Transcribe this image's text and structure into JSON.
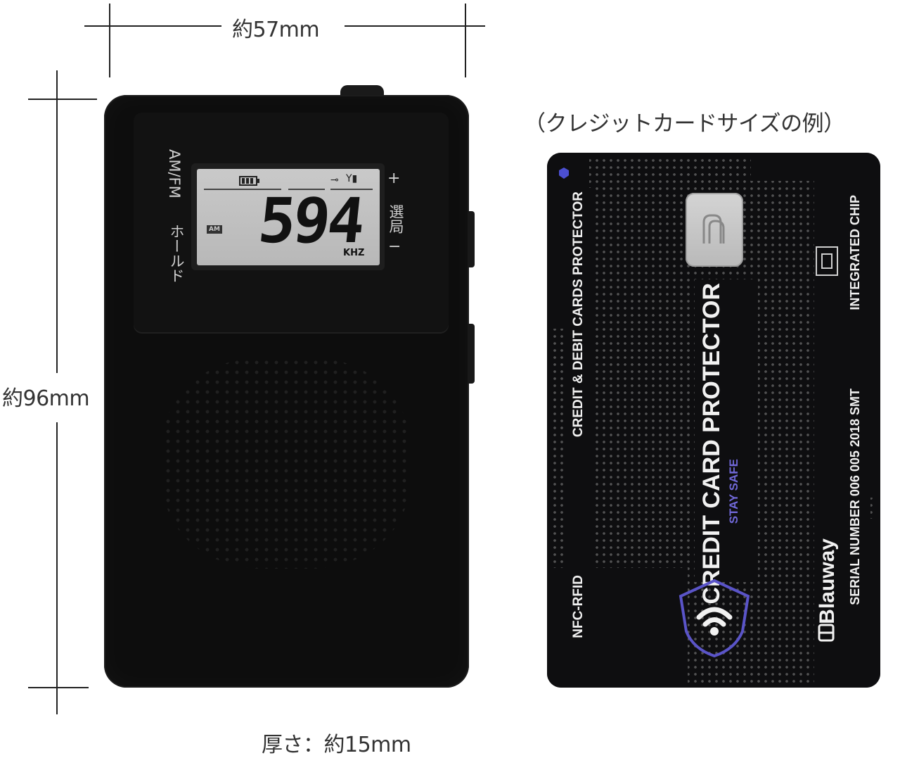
{
  "dimensions": {
    "width_label": "約57mm",
    "height_label": "約96mm",
    "thickness_label": "厚さ：約15mm"
  },
  "card_caption": "（クレジットカードサイズの例）",
  "radio": {
    "frequency": "594",
    "unit": "KHZ",
    "band_indicator": "AM",
    "label_band": "AM/FM",
    "label_hold": "ホールド",
    "label_tune": "選局",
    "plus": "+",
    "minus": "−",
    "icons": [
      "battery-icon",
      "key-icon",
      "antenna-icon"
    ]
  },
  "card": {
    "side_text": "CREDIT & DEBIT CARDS PROTECTOR",
    "main_title": "CREDIT CARD PROTECTOR",
    "tagline": "STAY SAFE",
    "brand": "Blauway",
    "serial": "SERIAL NUMBER 006 005 2018 SMT",
    "chip_label": "INTEGRATED CHIP",
    "rfid_label": "NFC-RFID",
    "accent_color": "#6a63d6",
    "icons": [
      "chip-icon",
      "integrated-chip-icon",
      "wifi-shield-icon",
      "brand-logo-icon"
    ]
  }
}
